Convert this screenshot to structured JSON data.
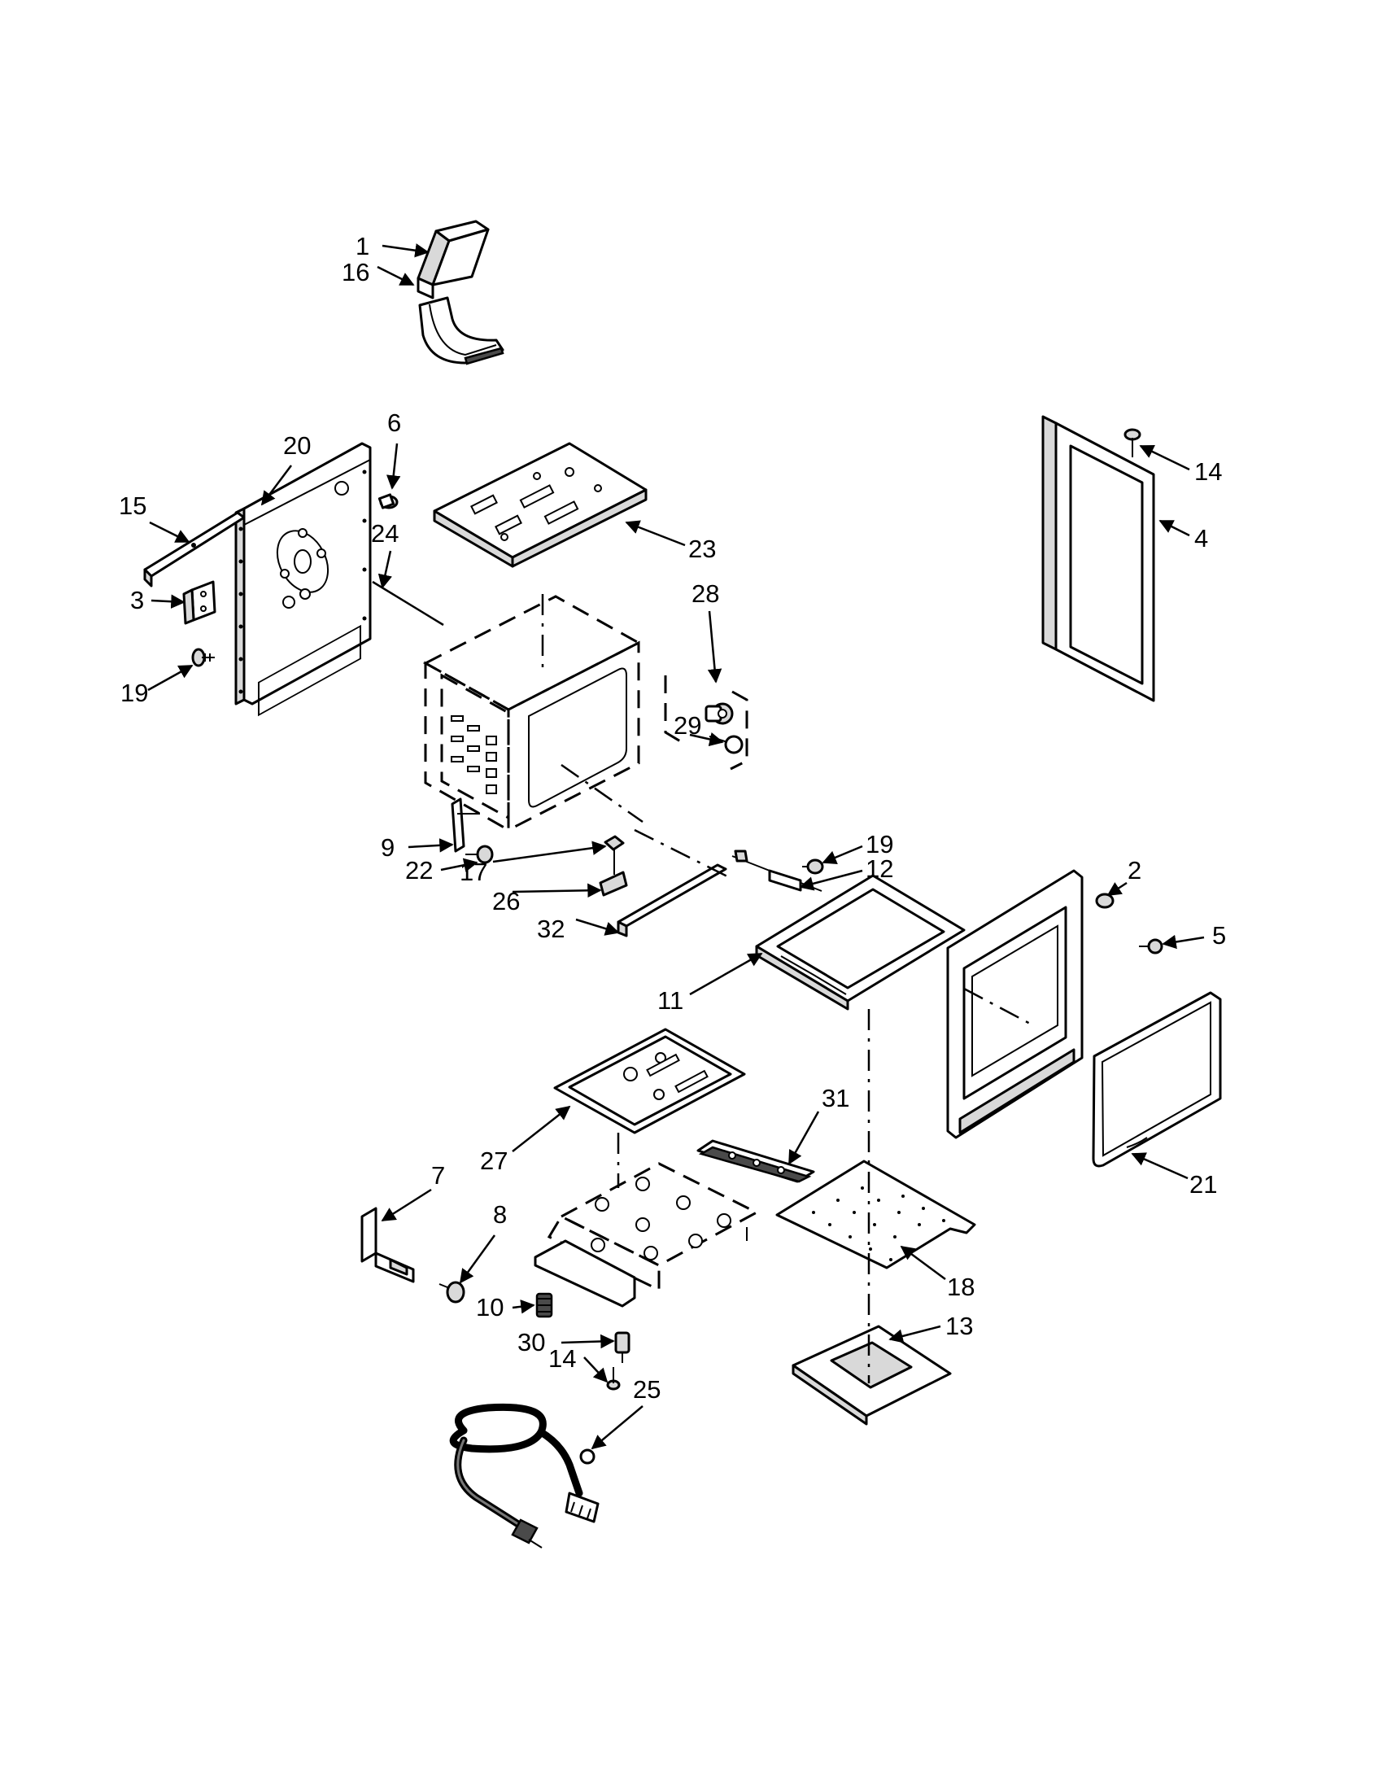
{
  "callouts": [
    {
      "id": "c1",
      "text": "1"
    },
    {
      "id": "c16",
      "text": "16"
    },
    {
      "id": "c6",
      "text": "6"
    },
    {
      "id": "c20",
      "text": "20"
    },
    {
      "id": "c15",
      "text": "15"
    },
    {
      "id": "c24",
      "text": "24"
    },
    {
      "id": "c3",
      "text": "3"
    },
    {
      "id": "c19a",
      "text": "19"
    },
    {
      "id": "c14a",
      "text": "14"
    },
    {
      "id": "c4",
      "text": "4"
    },
    {
      "id": "c23",
      "text": "23"
    },
    {
      "id": "c28",
      "text": "28"
    },
    {
      "id": "c29",
      "text": "29"
    },
    {
      "id": "c9",
      "text": "9"
    },
    {
      "id": "c22",
      "text": "22"
    },
    {
      "id": "c17",
      "text": "17"
    },
    {
      "id": "c26",
      "text": "26"
    },
    {
      "id": "c32",
      "text": "32"
    },
    {
      "id": "c19b",
      "text": "19"
    },
    {
      "id": "c12",
      "text": "12"
    },
    {
      "id": "c2",
      "text": "2"
    },
    {
      "id": "c5",
      "text": "5"
    },
    {
      "id": "c11",
      "text": "11"
    },
    {
      "id": "c31",
      "text": "31"
    },
    {
      "id": "c27",
      "text": "27"
    },
    {
      "id": "c21",
      "text": "21"
    },
    {
      "id": "c7",
      "text": "7"
    },
    {
      "id": "c8",
      "text": "8"
    },
    {
      "id": "c18",
      "text": "18"
    },
    {
      "id": "c10",
      "text": "10"
    },
    {
      "id": "c30",
      "text": "30"
    },
    {
      "id": "c13",
      "text": "13"
    },
    {
      "id": "c14b",
      "text": "14"
    },
    {
      "id": "c25",
      "text": "25"
    }
  ]
}
